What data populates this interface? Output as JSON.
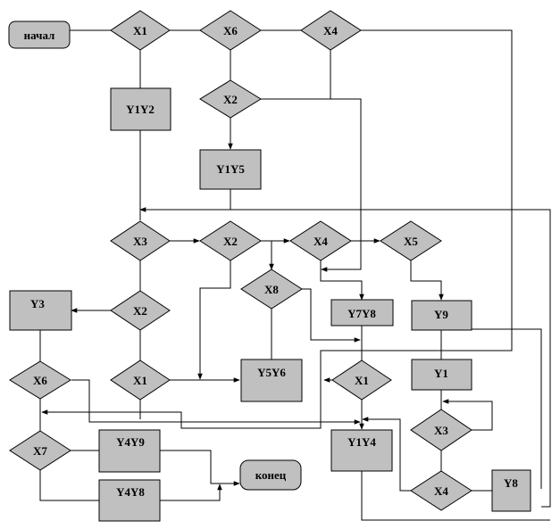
{
  "flowchart": {
    "terminals": {
      "start": "начал",
      "end": "конец"
    },
    "conditions": {
      "x1_top": "X1",
      "x6_top": "X6",
      "x4_top": "X4",
      "x2_top": "X2",
      "x3_mid": "X3",
      "x2_mid": "X2",
      "x4_mid": "X4",
      "x5_mid": "X5",
      "x8": "X8",
      "x2_left": "X2",
      "x1_left": "X1",
      "x6_left": "X6",
      "x7": "X7",
      "x1_right": "X1",
      "x3_right": "X3",
      "x4_bottom": "X4"
    },
    "operations": {
      "y1y2": "Y1Y2",
      "y1y5": "Y1Y5",
      "y3": "Y3",
      "y7y8": "Y7Y8",
      "y9": "Y9",
      "y5y6": "Y5Y6",
      "y1": "Y1",
      "y4y9": "Y4Y9",
      "y1y4": "Y1Y4",
      "y4y8": "Y4Y8",
      "y8": "Y8"
    }
  }
}
